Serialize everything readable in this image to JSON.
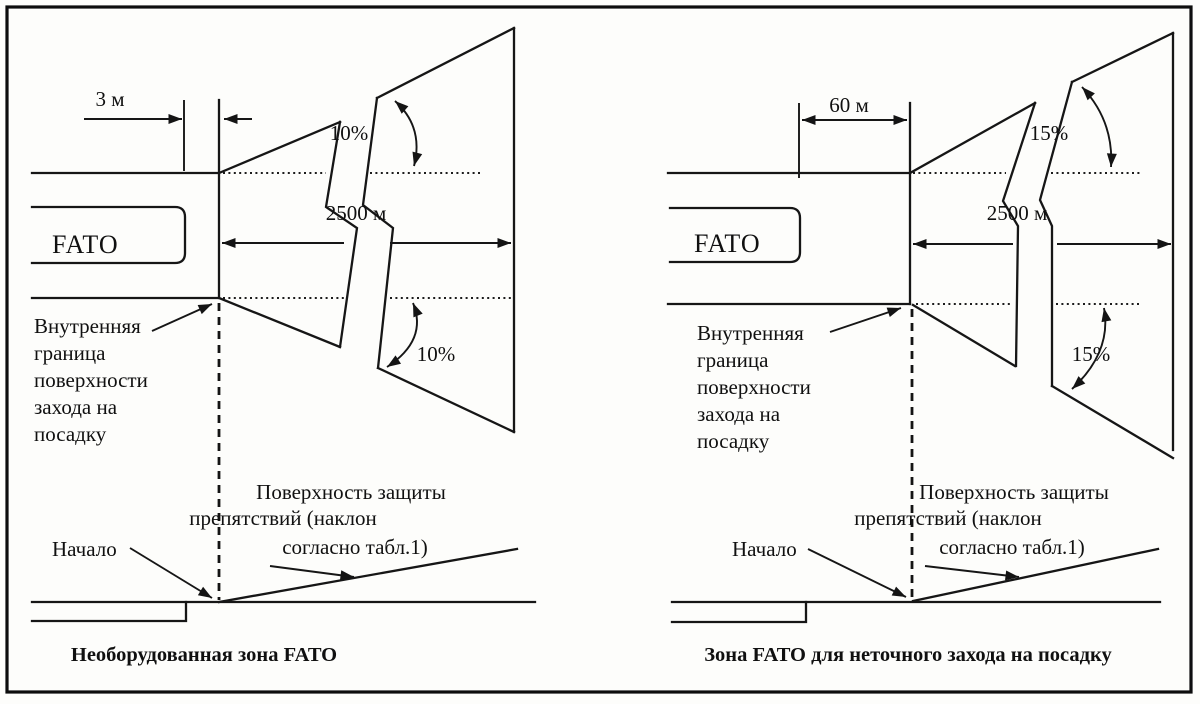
{
  "figure": {
    "left": {
      "caption": "Необорудованная зона FATO",
      "fato_label": "FATO",
      "offset_dim": "3 м",
      "length_dim": "2500 м",
      "divergence_upper": "10%",
      "divergence_lower": "10%",
      "inner_edge_lines": [
        "Внутренняя",
        "граница",
        "поверхности",
        "захода на",
        "посадку"
      ],
      "start_label": "Начало",
      "protection_lines": [
        "Поверхность защиты",
        "препятствий (наклон",
        "согласно табл.1)"
      ]
    },
    "right": {
      "caption": "Зона FATO для неточного захода на посадку",
      "fato_label": "FATO",
      "offset_dim": "60 м",
      "length_dim": "2500 м",
      "divergence_upper": "15%",
      "divergence_lower": "15%",
      "inner_edge_lines": [
        "Внутренняя",
        "граница",
        "поверхности",
        "захода на",
        "посадку"
      ],
      "start_label": "Начало",
      "protection_lines": [
        "Поверхность защиты",
        "препятствий (наклон",
        "согласно табл.1)"
      ]
    }
  }
}
